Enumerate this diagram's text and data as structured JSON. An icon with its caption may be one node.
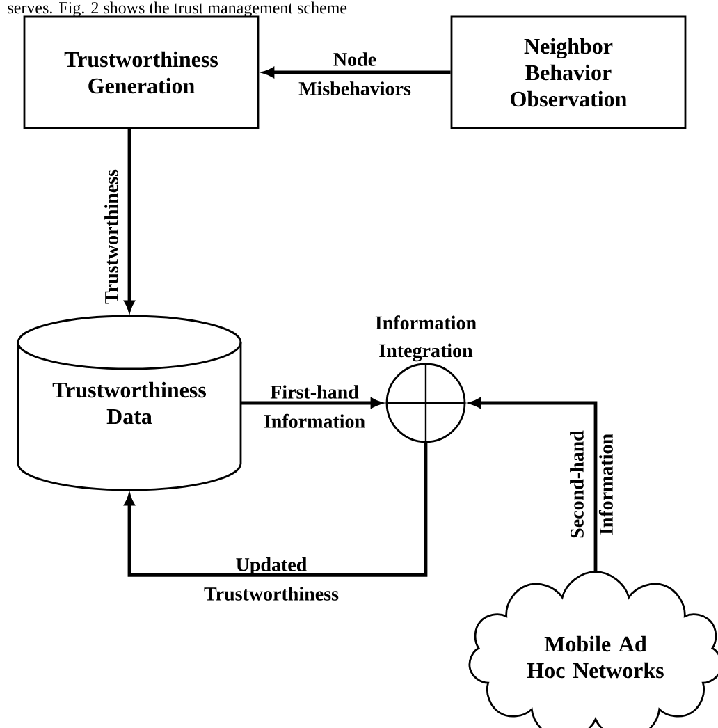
{
  "diagram": {
    "nodes": [
      {
        "text": [
          "Trustworthiness Generation"
        ]
      },
      {
        "text": [
          "Neighbor Behavior Observation"
        ]
      },
      {
        "text": [
          "Trustworthiness Data"
        ]
      },
      {
        "text": [
          "Information Integration"
        ]
      },
      {
        "text": [
          "Mobile Ad Hoc Networks"
        ]
      }
    ],
    "edges": [
      {
        "from": 1,
        "to": 0,
        "arrow": "to",
        "label": "Node Misbehaviors"
      },
      {
        "from": 0,
        "to": 2,
        "arrow": "to",
        "label": "Trustworthiness"
      },
      {
        "from": 2,
        "to": 3,
        "arrow": "to",
        "label": "First-hand Information"
      },
      {
        "from": 4,
        "to": 3,
        "arrow": "to",
        "label": "Second-hand Information"
      },
      {
        "from": 3,
        "to": 2,
        "arrow": "to",
        "label": "Updated Trustworthiness"
      }
    ],
    "labels": [
      "serves. Fig. 2 shows the trust management scheme"
    ]
  }
}
